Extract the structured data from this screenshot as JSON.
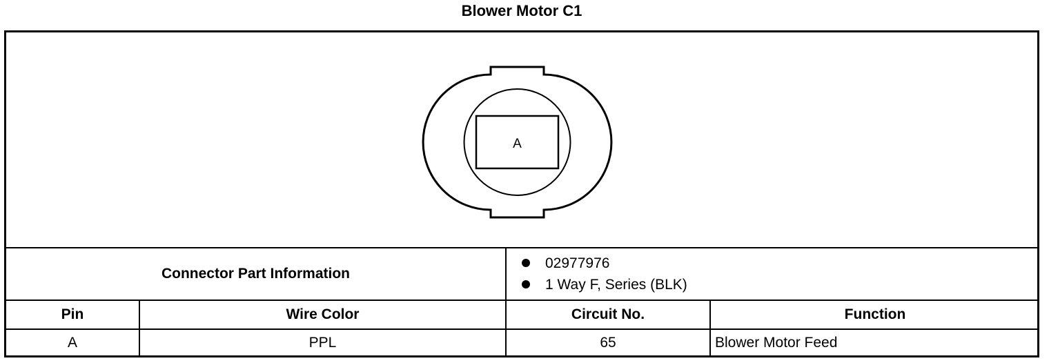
{
  "title": "Blower Motor C1",
  "connector": {
    "cavity_label": "A"
  },
  "part_info": {
    "label": "Connector Part Information",
    "items": [
      "02977976",
      "1 Way F, Series (BLK)"
    ]
  },
  "table": {
    "headers": [
      "Pin",
      "Wire Color",
      "Circuit No.",
      "Function"
    ],
    "rows": [
      [
        "A",
        "PPL",
        "65",
        "Blower Motor Feed"
      ]
    ]
  }
}
